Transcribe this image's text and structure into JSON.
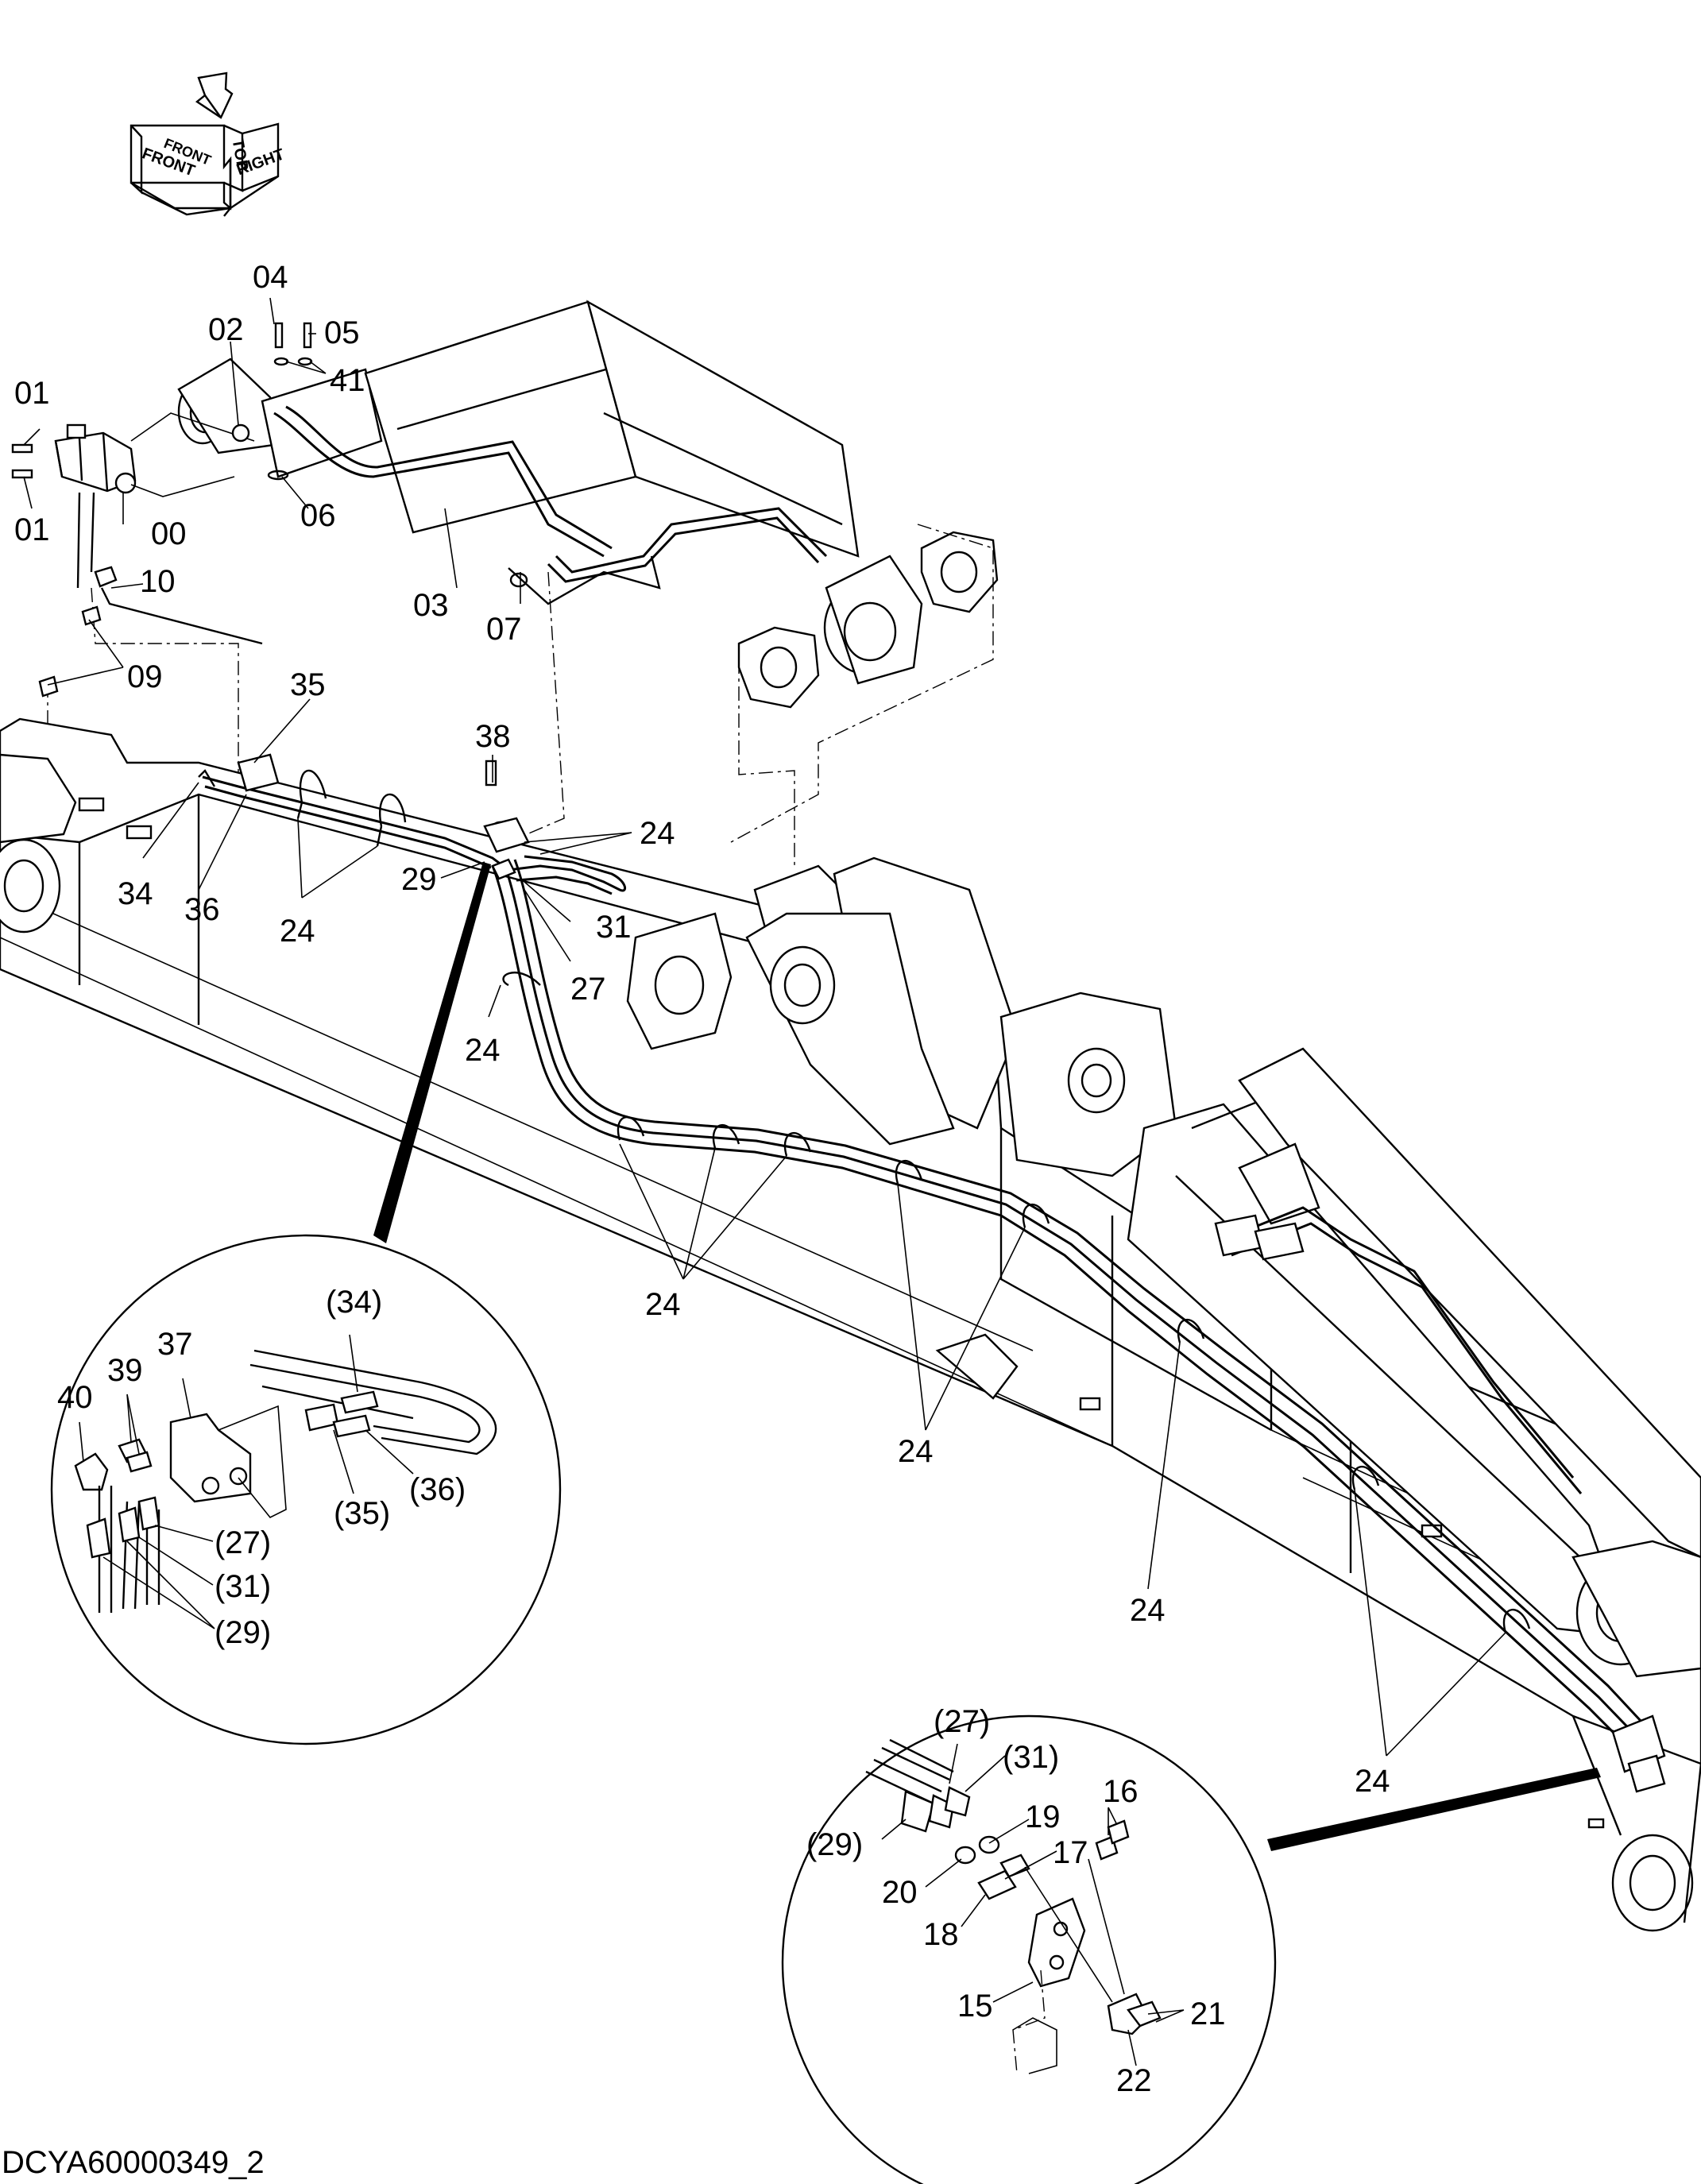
{
  "drawing_id": "DCYA60000349_2",
  "orientation": {
    "front": "FRONT",
    "top": "TOP",
    "right": "RIGHT"
  },
  "callouts": {
    "c00": "00",
    "c01a": "01",
    "c01b": "01",
    "c02": "02",
    "c03": "03",
    "c04": "04",
    "c05": "05",
    "c06": "06",
    "c07": "07",
    "c09": "09",
    "c10": "10",
    "c41": "41",
    "c35": "35",
    "c34": "34",
    "c36": "36",
    "c38": "38",
    "c24a": "24",
    "c24b": "24",
    "c24c": "24",
    "c24d": "24",
    "c24e": "24",
    "c24f": "24",
    "c24g": "24",
    "c29": "29",
    "c31": "31",
    "c27": "27"
  },
  "detail_left": {
    "c34": "(34)",
    "c37": "37",
    "c39": "39",
    "c40": "40",
    "c35": "(35)",
    "c36": "(36)",
    "c27": "(27)",
    "c31": "(31)",
    "c29": "(29)"
  },
  "detail_right": {
    "c27": "(27)",
    "c31": "(31)",
    "c29": "(29)",
    "c19": "19",
    "c16": "16",
    "c17": "17",
    "c20": "20",
    "c18": "18",
    "c15": "15",
    "c21": "21",
    "c22": "22"
  }
}
